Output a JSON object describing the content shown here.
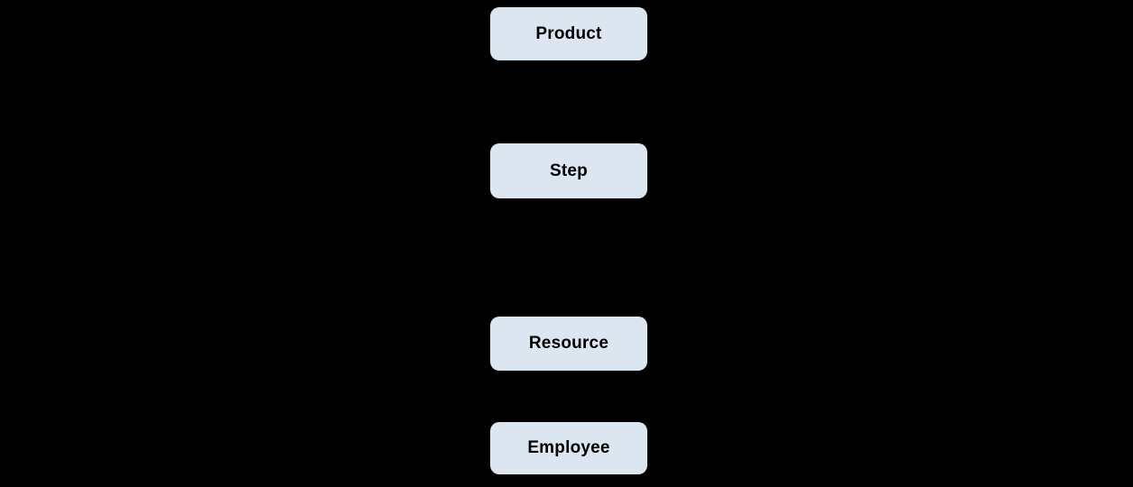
{
  "canvas": {
    "background_color": "#000000",
    "node_fill_color": "#dce6f1",
    "node_text_color": "#000000"
  },
  "diagram": {
    "nodes": [
      {
        "label": "Product"
      },
      {
        "label": "Step"
      },
      {
        "label": "Resource"
      },
      {
        "label": "Employee"
      }
    ]
  }
}
